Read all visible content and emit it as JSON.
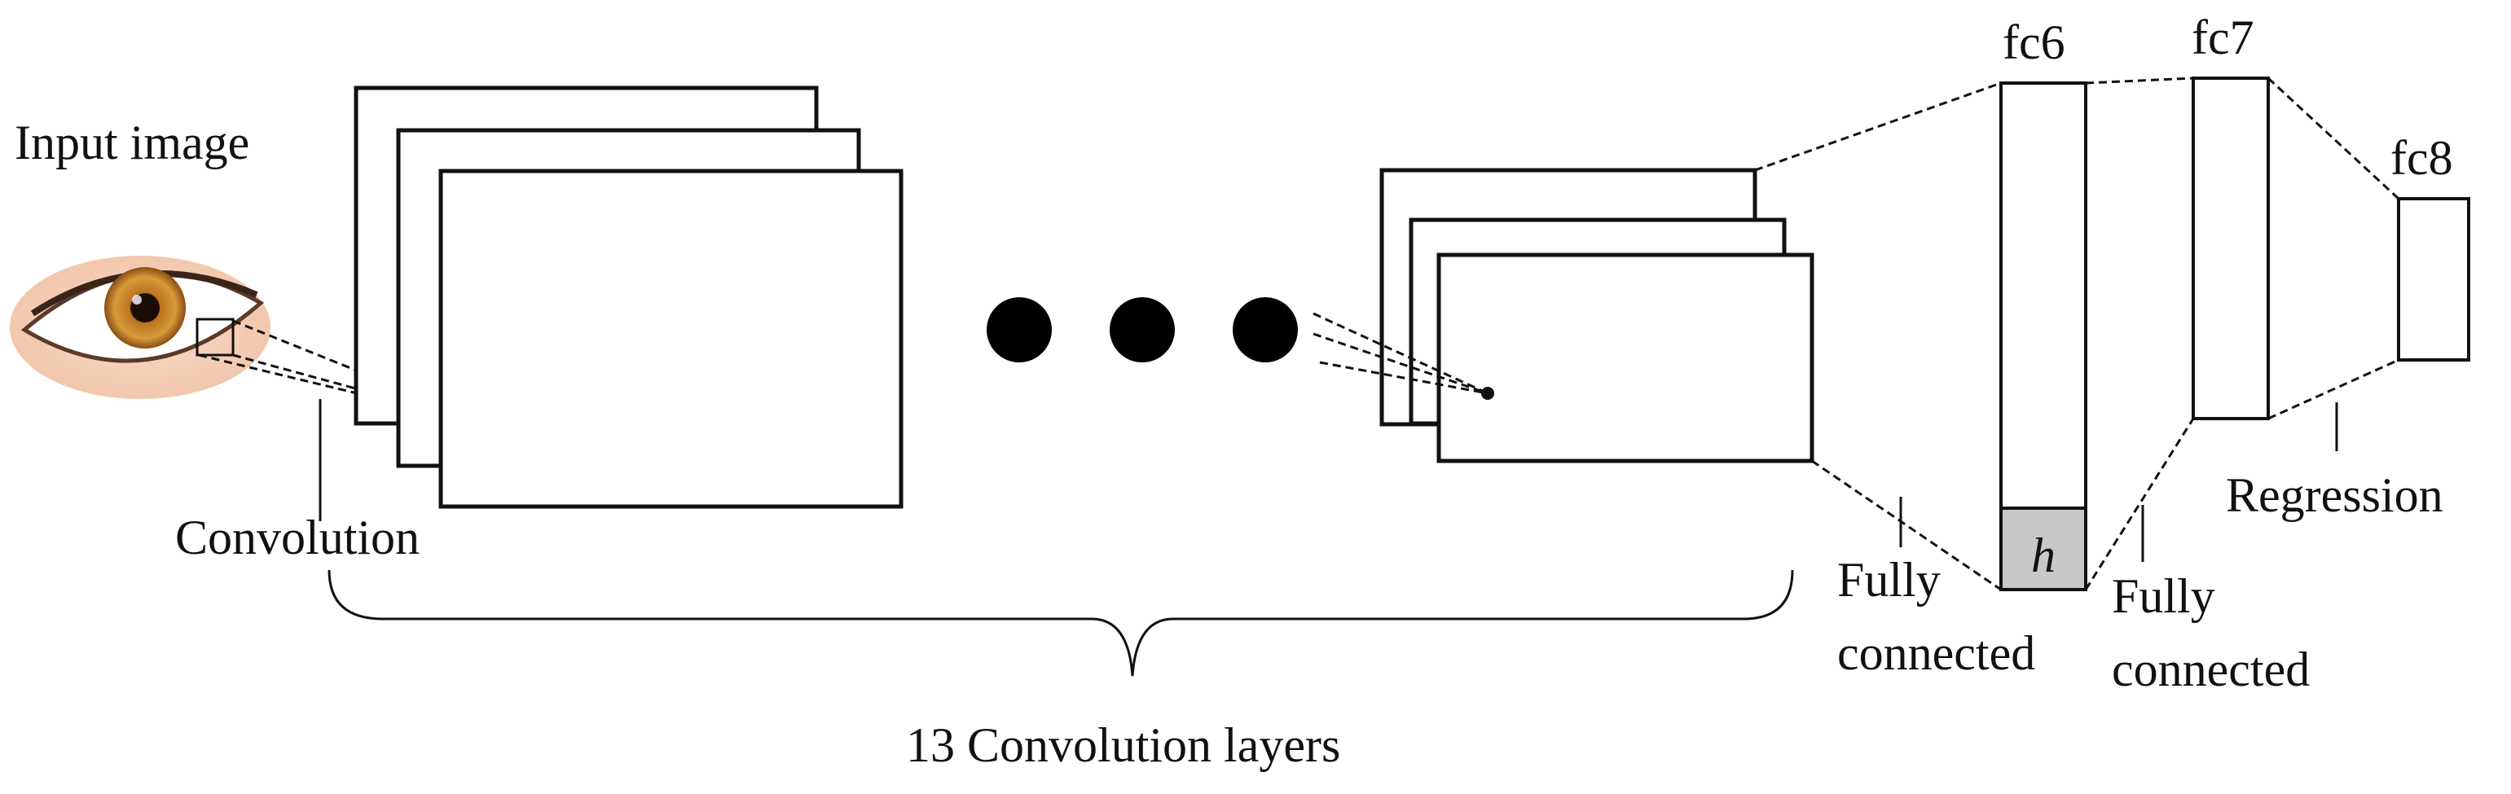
{
  "labels": {
    "input_image": "Input image",
    "convolution": "Convolution",
    "conv_layers": "13 Convolution layers",
    "fc6": "fc6",
    "fc7": "fc7",
    "fc8": "fc8",
    "h": "h",
    "fully_connected_1_line1": "Fully",
    "fully_connected_1_line2": "connected",
    "fully_connected_2_line1": "Fully",
    "fully_connected_2_line2": "connected",
    "regression": "Regression"
  },
  "colors": {
    "stroke": "#111111",
    "h_cell_fill": "#c8c8c8",
    "iris": "#c07a22",
    "skin": "#f3cdb3"
  },
  "icons": {
    "input_eye": "eye-photo-icon",
    "ellipsis": "ellipsis-dots-icon"
  }
}
